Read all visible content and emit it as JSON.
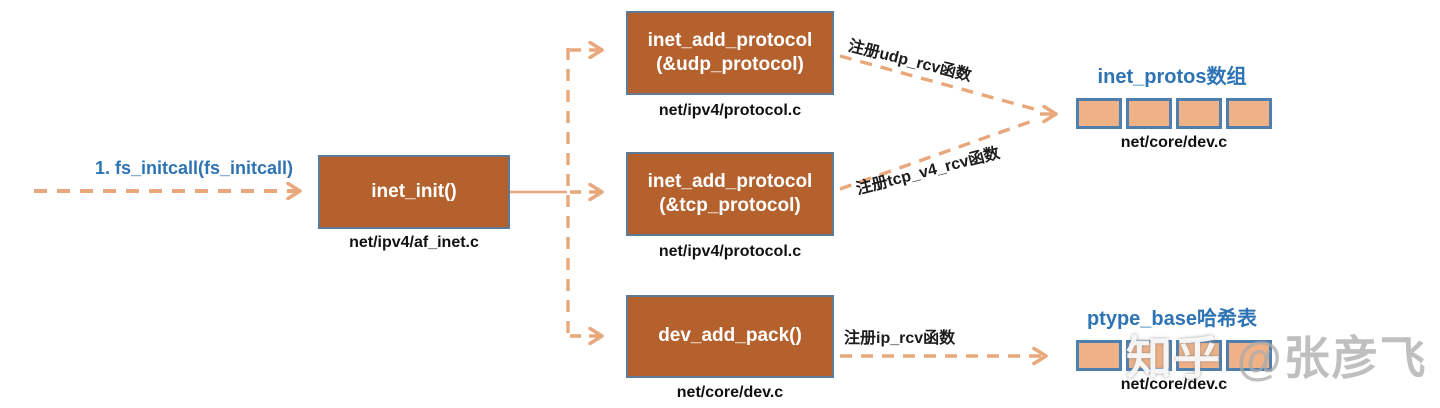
{
  "colors": {
    "box_fill": "#b4612e",
    "box_border": "#5d7a96",
    "cell_fill": "#efb186",
    "cell_border": "#4e7fae",
    "arrow": "#e9a87c",
    "heading_blue": "#2e74b5",
    "label_black": "#111111",
    "watermark_gray": "#aaaaaa"
  },
  "flow": {
    "start_label": "1. fs_initcall(fs_initcall)",
    "inet_init": {
      "label": "inet_init()",
      "file": "net/ipv4/af_inet.c"
    },
    "udp": {
      "line1": "inet_add_protocol",
      "line2": "(&udp_protocol)",
      "file": "net/ipv4/protocol.c"
    },
    "tcp": {
      "line1": "inet_add_protocol",
      "line2": "(&tcp_protocol)",
      "file": "net/ipv4/protocol.c"
    },
    "dev": {
      "label": "dev_add_pack()",
      "file": "net/core/dev.c"
    }
  },
  "edge_labels": {
    "udp": "注册udp_rcv函数",
    "tcp": "注册tcp_v4_rcv函数",
    "ip": "注册ip_rcv函数"
  },
  "arrays": {
    "inet_protos": {
      "title": "inet_protos数组",
      "file": "net/core/dev.c",
      "cell_count": 4
    },
    "ptype_base": {
      "title": "ptype_base哈希表",
      "file": "net/core/dev.c",
      "cell_count": 4
    }
  },
  "watermark": {
    "brand": "知乎",
    "user": "@张彦飞"
  }
}
